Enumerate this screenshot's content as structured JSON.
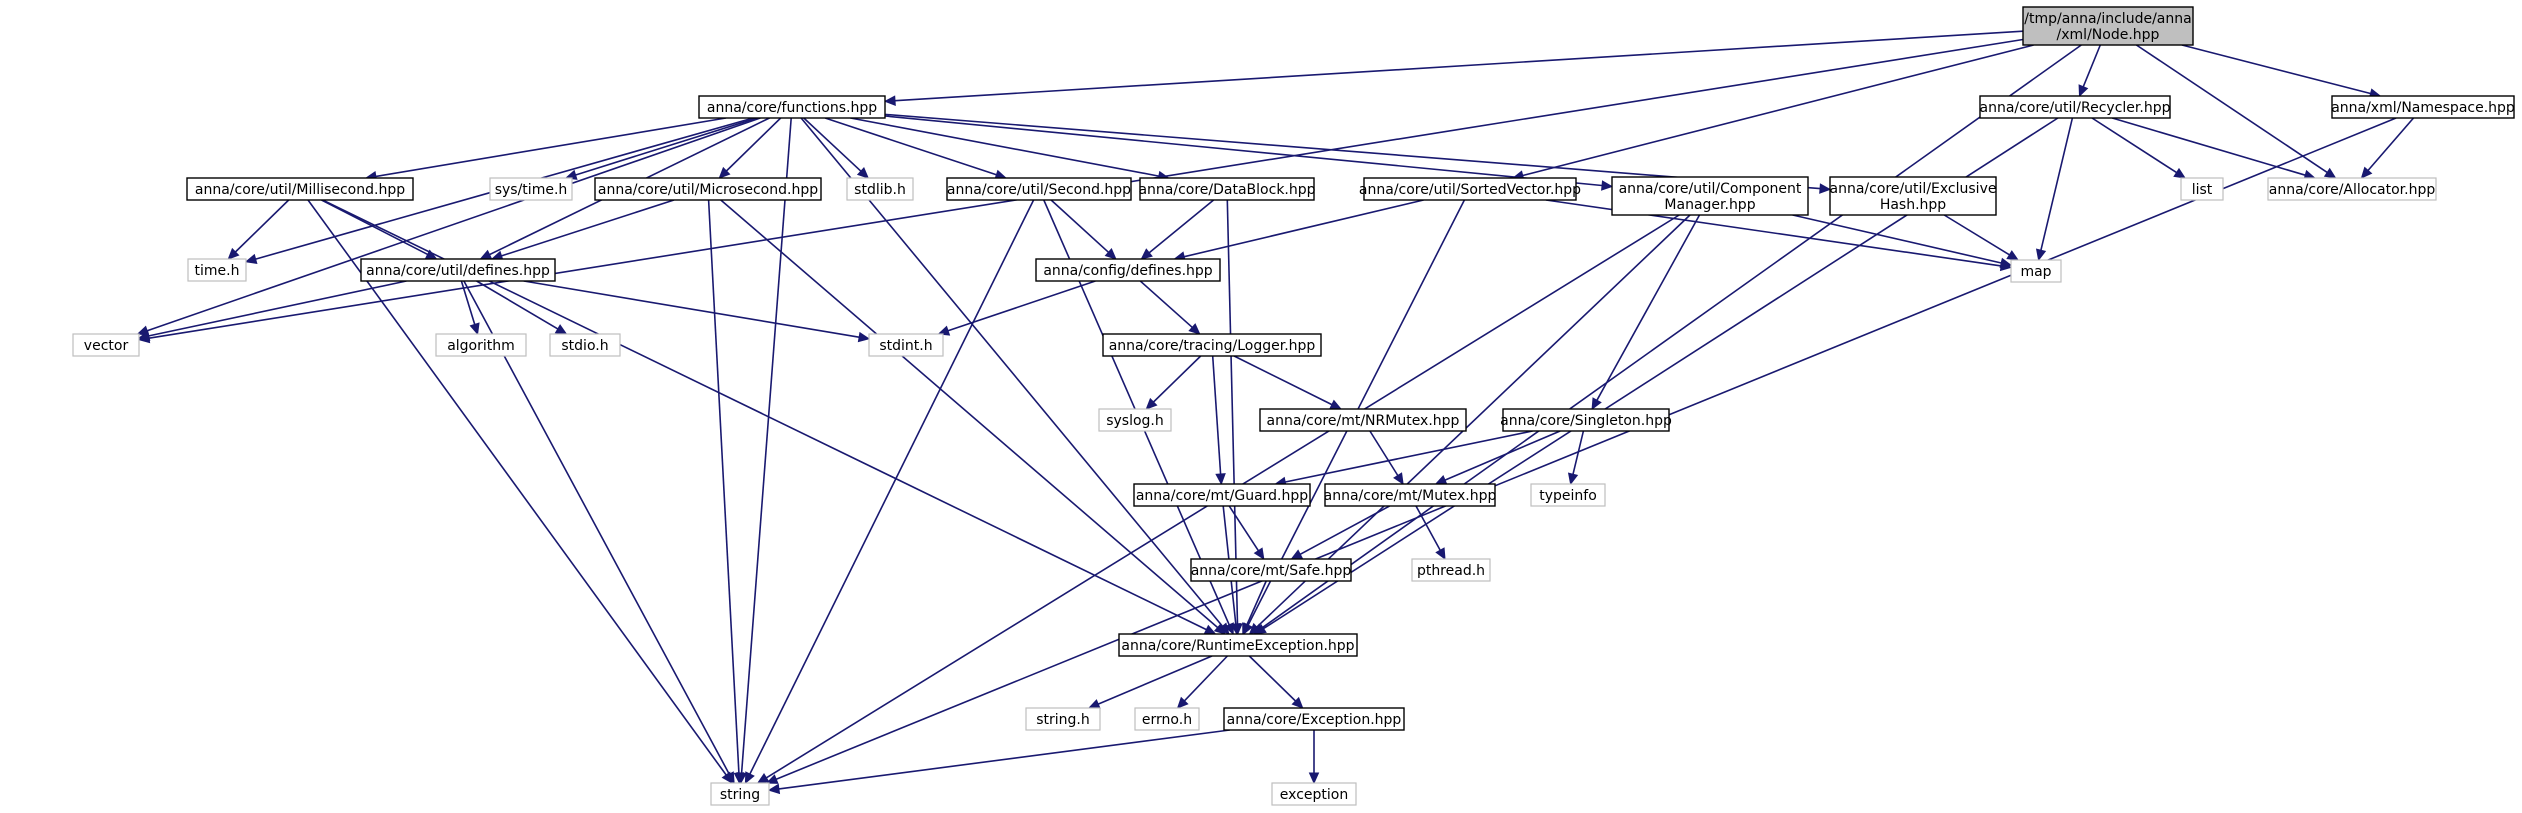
{
  "colors": {
    "edge": "#191970",
    "root_fill": "#bfbfbf",
    "node_fill": "#ffffff",
    "node_border": "#000000",
    "external_border": "#bfbfbf",
    "external_text": "#555555"
  },
  "nodes": {
    "root": {
      "label": [
        "/tmp/anna/include/anna",
        "/xml/Node.hpp"
      ]
    },
    "functions": {
      "label": [
        "anna/core/functions.hpp"
      ]
    },
    "recycler": {
      "label": [
        "anna/core/util/Recycler.hpp"
      ]
    },
    "namespace": {
      "label": [
        "anna/xml/Namespace.hpp"
      ]
    },
    "millisecond": {
      "label": [
        "anna/core/util/Millisecond.hpp"
      ]
    },
    "systime": {
      "label": [
        "sys/time.h"
      ]
    },
    "microsecond": {
      "label": [
        "anna/core/util/Microsecond.hpp"
      ]
    },
    "stdlib": {
      "label": [
        "stdlib.h"
      ]
    },
    "second": {
      "label": [
        "anna/core/util/Second.hpp"
      ]
    },
    "datablock": {
      "label": [
        "anna/core/DataBlock.hpp"
      ]
    },
    "sortedvector": {
      "label": [
        "anna/core/util/SortedVector.hpp"
      ]
    },
    "compmanager": {
      "label": [
        "anna/core/util/Component",
        "Manager.hpp"
      ]
    },
    "exclhash": {
      "label": [
        "anna/core/util/Exclusive",
        "Hash.hpp"
      ]
    },
    "list": {
      "label": [
        "list"
      ]
    },
    "allocator": {
      "label": [
        "anna/core/Allocator.hpp"
      ]
    },
    "time": {
      "label": [
        "time.h"
      ]
    },
    "defines_util": {
      "label": [
        "anna/core/util/defines.hpp"
      ]
    },
    "defines_cfg": {
      "label": [
        "anna/config/defines.hpp"
      ]
    },
    "map": {
      "label": [
        "map"
      ]
    },
    "vector": {
      "label": [
        "vector"
      ]
    },
    "algorithm": {
      "label": [
        "algorithm"
      ]
    },
    "stdio": {
      "label": [
        "stdio.h"
      ]
    },
    "stdint": {
      "label": [
        "stdint.h"
      ]
    },
    "logger": {
      "label": [
        "anna/core/tracing/Logger.hpp"
      ]
    },
    "syslog": {
      "label": [
        "syslog.h"
      ]
    },
    "nrmutex": {
      "label": [
        "anna/core/mt/NRMutex.hpp"
      ]
    },
    "singleton": {
      "label": [
        "anna/core/Singleton.hpp"
      ]
    },
    "guard": {
      "label": [
        "anna/core/mt/Guard.hpp"
      ]
    },
    "mutex": {
      "label": [
        "anna/core/mt/Mutex.hpp"
      ]
    },
    "typeinfo": {
      "label": [
        "typeinfo"
      ]
    },
    "safe": {
      "label": [
        "anna/core/mt/Safe.hpp"
      ]
    },
    "pthread": {
      "label": [
        "pthread.h"
      ]
    },
    "runtimeexc": {
      "label": [
        "anna/core/RuntimeException.hpp"
      ]
    },
    "stringh": {
      "label": [
        "string.h"
      ]
    },
    "errno": {
      "label": [
        "errno.h"
      ]
    },
    "exception_hpp": {
      "label": [
        "anna/core/Exception.hpp"
      ]
    },
    "string": {
      "label": [
        "string"
      ]
    },
    "exception": {
      "label": [
        "exception"
      ]
    }
  },
  "edges": [
    [
      "root",
      "functions"
    ],
    [
      "root",
      "recycler"
    ],
    [
      "root",
      "namespace"
    ],
    [
      "root",
      "allocator"
    ],
    [
      "root",
      "sortedvector"
    ],
    [
      "root",
      "runtimeexc"
    ],
    [
      "root",
      "vector"
    ],
    [
      "functions",
      "millisecond"
    ],
    [
      "functions",
      "systime"
    ],
    [
      "functions",
      "microsecond"
    ],
    [
      "functions",
      "stdlib"
    ],
    [
      "functions",
      "second"
    ],
    [
      "functions",
      "datablock"
    ],
    [
      "functions",
      "compmanager"
    ],
    [
      "functions",
      "exclhash"
    ],
    [
      "functions",
      "time"
    ],
    [
      "functions",
      "defines_util"
    ],
    [
      "functions",
      "vector"
    ],
    [
      "functions",
      "string"
    ],
    [
      "functions",
      "runtimeexc"
    ],
    [
      "recycler",
      "list"
    ],
    [
      "recycler",
      "allocator"
    ],
    [
      "recycler",
      "map"
    ],
    [
      "recycler",
      "runtimeexc"
    ],
    [
      "namespace",
      "allocator"
    ],
    [
      "namespace",
      "string"
    ],
    [
      "millisecond",
      "time"
    ],
    [
      "millisecond",
      "defines_util"
    ],
    [
      "millisecond",
      "string"
    ],
    [
      "millisecond",
      "runtimeexc"
    ],
    [
      "microsecond",
      "defines_util"
    ],
    [
      "microsecond",
      "string"
    ],
    [
      "microsecond",
      "runtimeexc"
    ],
    [
      "second",
      "defines_cfg"
    ],
    [
      "second",
      "string"
    ],
    [
      "second",
      "runtimeexc"
    ],
    [
      "datablock",
      "defines_cfg"
    ],
    [
      "datablock",
      "runtimeexc"
    ],
    [
      "sortedvector",
      "defines_cfg"
    ],
    [
      "sortedvector",
      "map"
    ],
    [
      "sortedvector",
      "runtimeexc"
    ],
    [
      "compmanager",
      "map"
    ],
    [
      "compmanager",
      "singleton"
    ],
    [
      "compmanager",
      "runtimeexc"
    ],
    [
      "compmanager",
      "string"
    ],
    [
      "exclhash",
      "map"
    ],
    [
      "defines_util",
      "vector"
    ],
    [
      "defines_util",
      "algorithm"
    ],
    [
      "defines_util",
      "stdio"
    ],
    [
      "defines_util",
      "stdint"
    ],
    [
      "defines_util",
      "string"
    ],
    [
      "defines_cfg",
      "stdint"
    ],
    [
      "defines_cfg",
      "logger"
    ],
    [
      "logger",
      "syslog"
    ],
    [
      "logger",
      "nrmutex"
    ],
    [
      "logger",
      "guard"
    ],
    [
      "nrmutex",
      "mutex"
    ],
    [
      "singleton",
      "guard"
    ],
    [
      "singleton",
      "mutex"
    ],
    [
      "singleton",
      "typeinfo"
    ],
    [
      "guard",
      "safe"
    ],
    [
      "guard",
      "runtimeexc"
    ],
    [
      "mutex",
      "safe"
    ],
    [
      "mutex",
      "pthread"
    ],
    [
      "safe",
      "runtimeexc"
    ],
    [
      "runtimeexc",
      "stringh"
    ],
    [
      "runtimeexc",
      "errno"
    ],
    [
      "runtimeexc",
      "exception_hpp"
    ],
    [
      "exception_hpp",
      "string"
    ],
    [
      "exception_hpp",
      "exception"
    ]
  ]
}
